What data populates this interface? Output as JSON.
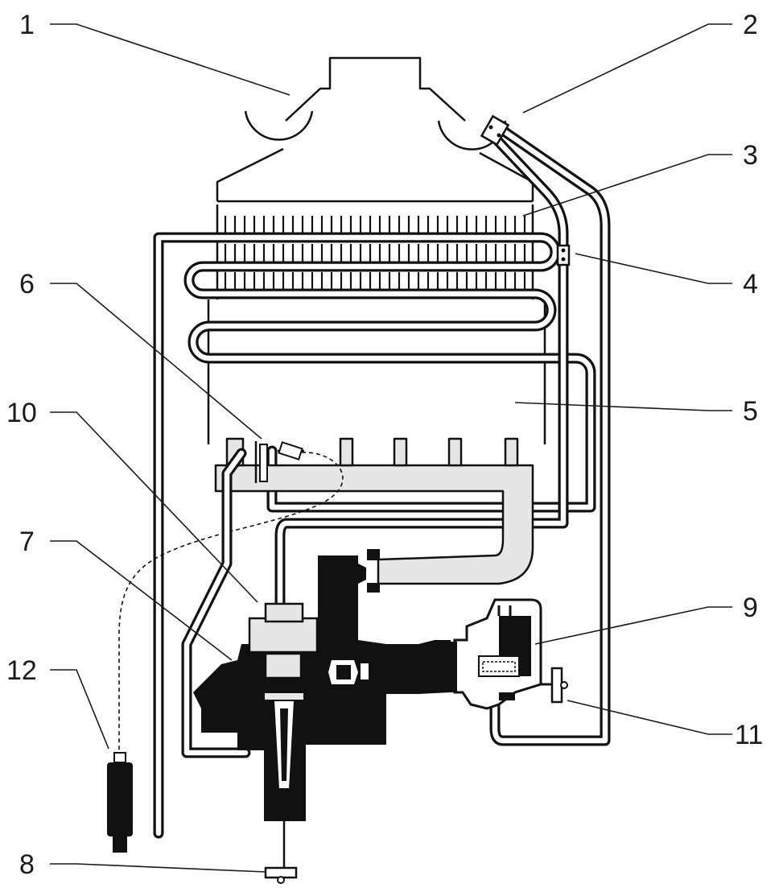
{
  "callouts": [
    {
      "id": "1",
      "label": "1"
    },
    {
      "id": "2",
      "label": "2"
    },
    {
      "id": "3",
      "label": "3"
    },
    {
      "id": "4",
      "label": "4"
    },
    {
      "id": "5",
      "label": "5"
    },
    {
      "id": "6",
      "label": "6"
    },
    {
      "id": "7",
      "label": "7"
    },
    {
      "id": "8",
      "label": "8"
    },
    {
      "id": "9",
      "label": "9"
    },
    {
      "id": "10",
      "label": "10"
    },
    {
      "id": "11",
      "label": "11"
    },
    {
      "id": "12",
      "label": "12"
    }
  ],
  "colors": {
    "line": "#111111",
    "burner_fill": "#e6e6e6",
    "background": "#ffffff"
  }
}
